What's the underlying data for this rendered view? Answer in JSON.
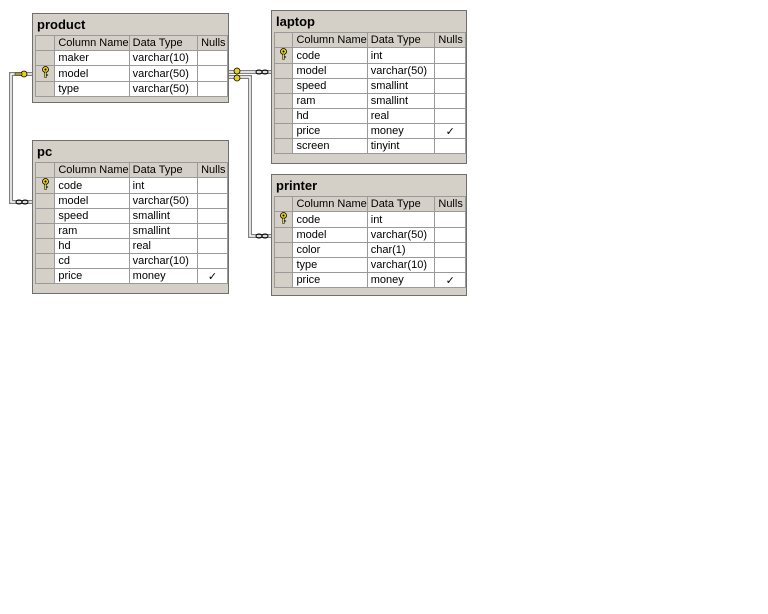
{
  "tables": {
    "product": {
      "name": "product",
      "headers": [
        "Column Name",
        "Data Type",
        "Nulls"
      ],
      "rows": [
        {
          "column": "maker",
          "type": "varchar(10)",
          "nulls": "",
          "key": false
        },
        {
          "column": "model",
          "type": "varchar(50)",
          "nulls": "",
          "key": true
        },
        {
          "column": "type",
          "type": "varchar(50)",
          "nulls": "",
          "key": false
        }
      ]
    },
    "pc": {
      "name": "pc",
      "headers": [
        "Column Name",
        "Data Type",
        "Nulls"
      ],
      "rows": [
        {
          "column": "code",
          "type": "int",
          "nulls": "",
          "key": true
        },
        {
          "column": "model",
          "type": "varchar(50)",
          "nulls": "",
          "key": false
        },
        {
          "column": "speed",
          "type": "smallint",
          "nulls": "",
          "key": false
        },
        {
          "column": "ram",
          "type": "smallint",
          "nulls": "",
          "key": false
        },
        {
          "column": "hd",
          "type": "real",
          "nulls": "",
          "key": false
        },
        {
          "column": "cd",
          "type": "varchar(10)",
          "nulls": "",
          "key": false
        },
        {
          "column": "price",
          "type": "money",
          "nulls": "✓",
          "key": false
        }
      ]
    },
    "laptop": {
      "name": "laptop",
      "headers": [
        "Column Name",
        "Data Type",
        "Nulls"
      ],
      "rows": [
        {
          "column": "code",
          "type": "int",
          "nulls": "",
          "key": true
        },
        {
          "column": "model",
          "type": "varchar(50)",
          "nulls": "",
          "key": false
        },
        {
          "column": "speed",
          "type": "smallint",
          "nulls": "",
          "key": false
        },
        {
          "column": "ram",
          "type": "smallint",
          "nulls": "",
          "key": false
        },
        {
          "column": "hd",
          "type": "real",
          "nulls": "",
          "key": false
        },
        {
          "column": "price",
          "type": "money",
          "nulls": "✓",
          "key": false
        },
        {
          "column": "screen",
          "type": "tinyint",
          "nulls": "",
          "key": false
        }
      ]
    },
    "printer": {
      "name": "printer",
      "headers": [
        "Column Name",
        "Data Type",
        "Nulls"
      ],
      "rows": [
        {
          "column": "code",
          "type": "int",
          "nulls": "",
          "key": true
        },
        {
          "column": "model",
          "type": "varchar(50)",
          "nulls": "",
          "key": false
        },
        {
          "column": "color",
          "type": "char(1)",
          "nulls": "",
          "key": false
        },
        {
          "column": "type",
          "type": "varchar(10)",
          "nulls": "",
          "key": false
        },
        {
          "column": "price",
          "type": "money",
          "nulls": "✓",
          "key": false
        }
      ]
    }
  },
  "relationships": [
    {
      "from": "product",
      "to": "pc"
    },
    {
      "from": "product",
      "to": "laptop"
    },
    {
      "from": "product",
      "to": "printer"
    }
  ]
}
